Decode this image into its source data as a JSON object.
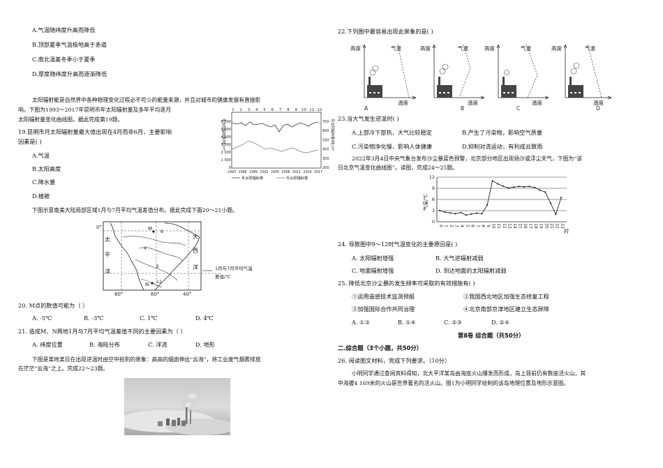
{
  "left": {
    "q18_options": [
      "A.气温随纬度升高而降低",
      "B.顶部夏季气温极地高于赤道",
      "C.南北温差冬季小于夏季",
      "D.厚度随纬度升高而逐渐降低"
    ],
    "solar_intro_1": "太阳辐射能是自然界中各种物理变化过程必不可少的能量来源，并且对城市的健康发展有直接影",
    "solar_intro_2": "响。下图为1993～2017年昆明市年太阳辐射量及多年平均逐月",
    "solar_intro_3": "太阳辐射量变化曲线图。据此完成第19题。",
    "q19_stem_1": "19.昆明市月太阳辐射量最大值出现在4月而非6月，主要影响",
    "q19_stem_2": "因素是(    )",
    "q19_options": [
      "A.气温",
      "B.太阳高度",
      "C.降水量",
      "D.植被"
    ],
    "map_intro": "下图示意南美大陆局部区域1月与7月平均气温差值分布。据此完成下面20～21小题。",
    "q20_stem": "20.  M点的数值可能为（    ）",
    "q20_options": [
      "A.  -5℃",
      "B.  -3℃",
      "C.  1℃",
      "D.  4℃"
    ],
    "q21_stem": "21.  造成M、N两地1月与7月平均气温差值不同的主要因素为（    ）",
    "q21_options": [
      "A.  纬度位置",
      "B.  海陆分布",
      "C.  洋流",
      "D.  地形"
    ],
    "photo_intro_1": "下图是某地某日在出现逆温时由空中拍到的景象：高高的烟囱伸出“云海”，将工业废气烟雾排放",
    "photo_intro_2": "在茫茫“云海”之上。完成22～23题。"
  },
  "solar_chart": {
    "top_ticks": [
      "1",
      "2",
      "3",
      "4",
      "5",
      "6",
      "7",
      "8",
      "9",
      "10",
      "11",
      "12"
    ],
    "left_ticks": [
      "6 000",
      "5 000",
      "4 000",
      "3 000",
      "2 000",
      "1 000",
      "0"
    ],
    "right_ticks": [
      "700",
      "600",
      "500",
      "400",
      "300",
      "200"
    ],
    "bottom_ticks": [
      "1993",
      "1996",
      "1999",
      "2002",
      "2005",
      "2008",
      "2011",
      "2014",
      "2017"
    ],
    "left_axis_label": "年太阳辐射量/MJ·m²",
    "right_axis_label": "月太阳辐射量/MJ·m²",
    "legend_year": "年太阳辐射量",
    "legend_month": "月太阳辐射量"
  },
  "sa_map": {
    "label_0": "0°",
    "label_tai": "太",
    "label_ping": "平",
    "label_yang_left": "洋",
    "label_da": "大",
    "label_xi": "西",
    "label_yang_right": "洋",
    "label_M": "M",
    "label_N": "N",
    "iso_8": "8",
    "iso_4": "4",
    "iso_6": "6",
    "iso_12": "12",
    "lon_80": "80°",
    "lon_60": "60°",
    "lon_40": "40°",
    "legend_line1": "1月与7月平均气温",
    "legend_line2": "差值/℃"
  },
  "right": {
    "q22_stem": "22.下列图中最容易出现此景象的是(    )",
    "panel_axis_y": "高度",
    "panel_axis_curve": "气温",
    "panel_axis_x": "温度",
    "panel_letters": [
      "A",
      "B",
      "C",
      "D"
    ],
    "q23_stem": "23.当大气发生逆温时(    )",
    "q23_options": [
      "A.上部冷下部热，大气比较稳定",
      "B.产生了污染物，影响空气质量",
      "C.污染物净化慢，影响人体健康",
      "D.抑制对流运动，有利成云致雨"
    ],
    "dust_intro_1": "2022年3月4日中央气象台发布沙尘暴蓝色预警，北京部分地区出现扬沙或浮尘天气，下图为“该",
    "dust_intro_2": "日北京气温变化曲线图”。读图，完成24～25题。",
    "q24_stem": "24.  导致图中9～12时气温变化的主要原因是(    )",
    "q24_options": [
      "A.  太阳辐射增强",
      "B.  大气逆辐射减弱",
      "C.  地面辐射增强",
      "D.  到达地面的太阳辐射减弱"
    ],
    "q25_stem": "25.  降低北京沙尘暴的发生频率可采取的有效措施有(    )",
    "q25_items": [
      "①运用遥感技术监测预报",
      "②我国西北地区加强生态修复工程",
      "③加强国际合作共同治理",
      "④北京南部京津地区建立生态屏障"
    ],
    "q25_options": [
      "A.  ①③",
      "B.  ①④",
      "C.  ②③",
      "D.  ②④"
    ],
    "part2_title": "第Ⅱ卷    综合题（共50分）",
    "section2_title": "二.综合题（3个小题，共50分）",
    "q26_stem": "26.  阅读图文材料，完成下列要求。（10分）",
    "q26_material_1": "小明同学通过查阅资料得知，北大平洋某岛由海底火山爆发而形成，岛上目前仍有数座活火山，其",
    "q26_material_2": "中海拔4 169米的火山是世界著名的活火山。图1为小明同学绘制的该岛地理位置及地形示意图。"
  },
  "chart_data": {
    "type": "line",
    "ylabel": "气温/℃",
    "xlabel": "时",
    "x": [
      0,
      1,
      2,
      3,
      4,
      5,
      6,
      7,
      8,
      9,
      10,
      11,
      12,
      13,
      14,
      15,
      16,
      17,
      18,
      19,
      20,
      21,
      22,
      23
    ],
    "x_tick_labels": [
      "0",
      "1",
      "2",
      "3",
      "4",
      "5",
      "6",
      "7",
      "8",
      "9",
      "10",
      "11",
      "12",
      "13",
      "14",
      "15",
      "16",
      "17",
      "18",
      "19",
      "20",
      "21",
      "22",
      "23"
    ],
    "y_ticks": [
      0,
      3,
      6,
      9,
      12
    ],
    "ylim": [
      0,
      12
    ],
    "grid": "horizontal",
    "values": [
      3,
      2.6,
      2.4,
      2.2,
      2.5,
      1.8,
      2.1,
      2.3,
      2.2,
      4.5,
      11,
      10.2,
      9.6,
      9.1,
      9.3,
      9.5,
      9.4,
      9.5,
      9.2,
      8.5,
      8,
      5,
      2,
      6.5
    ]
  }
}
